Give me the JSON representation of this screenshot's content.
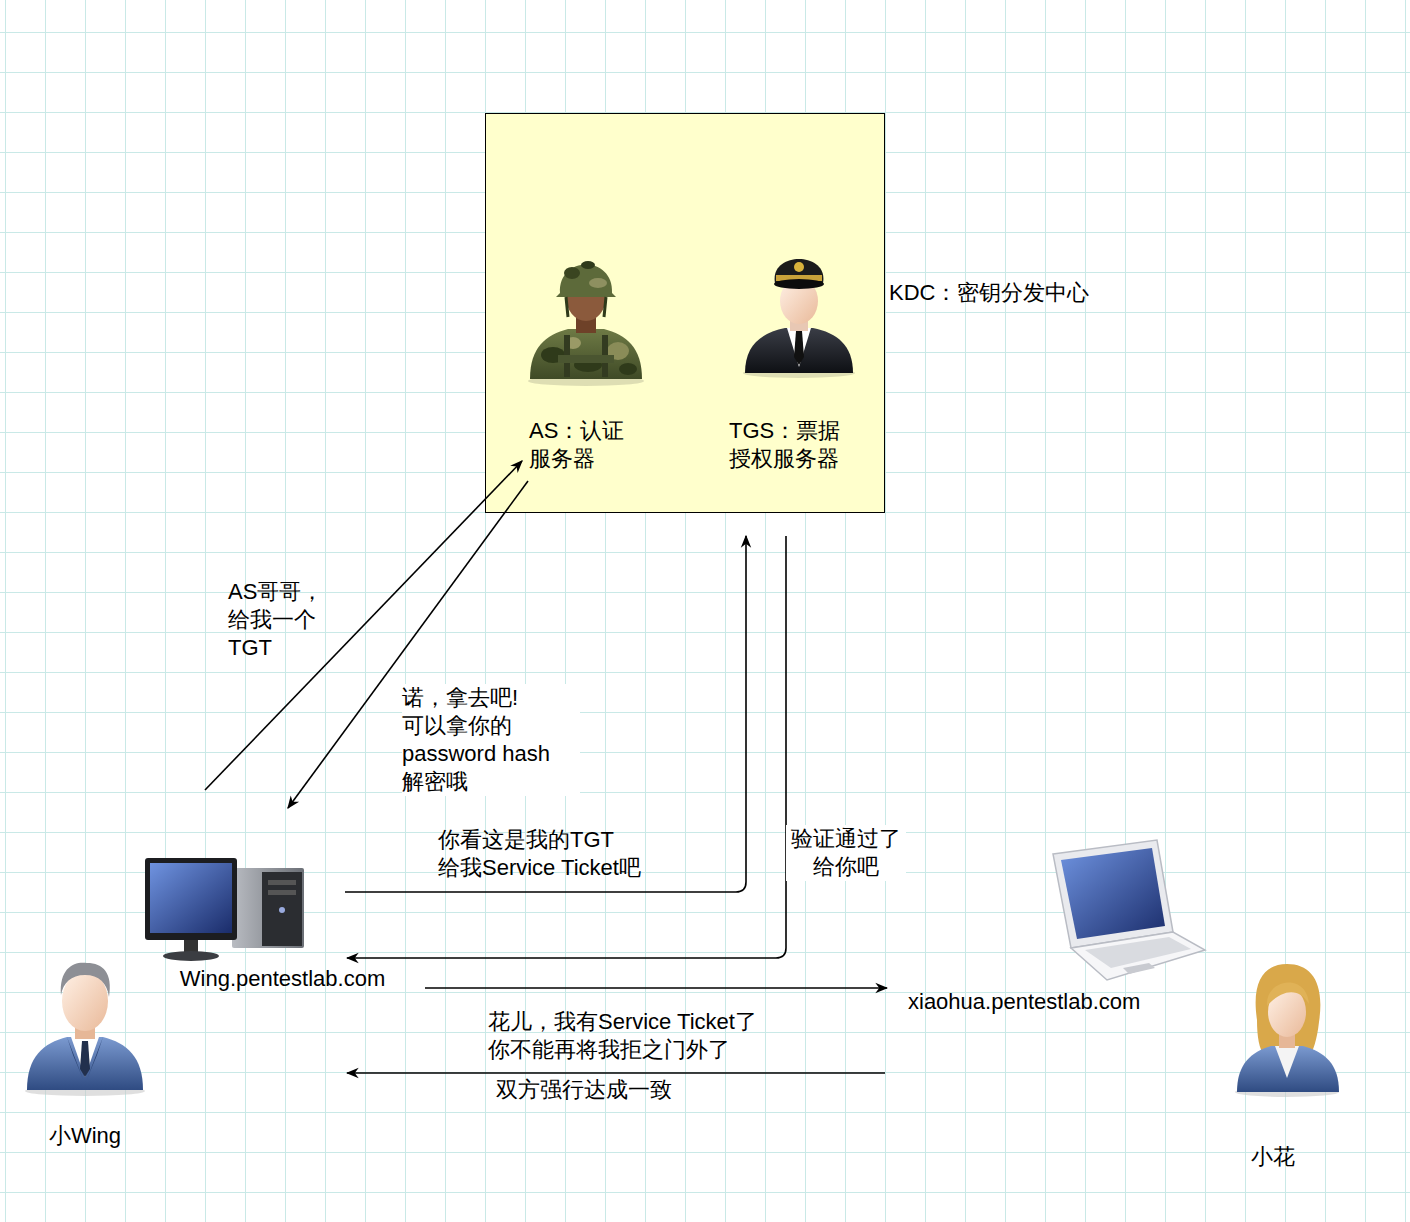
{
  "diagram": {
    "nodes": [
      {
        "text": [
          "KDC：密钥分发中心"
        ]
      },
      {
        "text": [
          "AS：认证 服务器"
        ],
        "in": 0
      },
      {
        "text": [
          "TGS：票据 授权服务器"
        ],
        "in": 0
      },
      {
        "text": [
          "Wing.pentestlab.com"
        ]
      },
      {
        "text": [
          "小Wing"
        ]
      },
      {
        "text": [
          "xiaohua.pentestlab.com"
        ]
      },
      {
        "text": [
          "小花"
        ]
      }
    ],
    "edges": [
      {
        "from": 3,
        "to": 1,
        "label": "AS哥哥， 给我一个 TGT",
        "arrow": "to"
      },
      {
        "from": 1,
        "to": 3,
        "label": "诺，拿去吧! 可以拿你的 password hash 解密哦",
        "arrow": "to"
      },
      {
        "from": 3,
        "to": 2,
        "label": "你看这是我的TGT 给我Service Ticket吧",
        "arrow": "to"
      },
      {
        "from": 2,
        "to": 3,
        "label": "验证通过了 给你吧",
        "arrow": "to"
      },
      {
        "from": 3,
        "to": 5,
        "label": "花儿，我有Service Ticket了 你不能再将我拒之门外了",
        "arrow": "to"
      },
      {
        "from": 5,
        "to": 3,
        "label": "双方强行达成一致",
        "arrow": "to"
      }
    ]
  }
}
